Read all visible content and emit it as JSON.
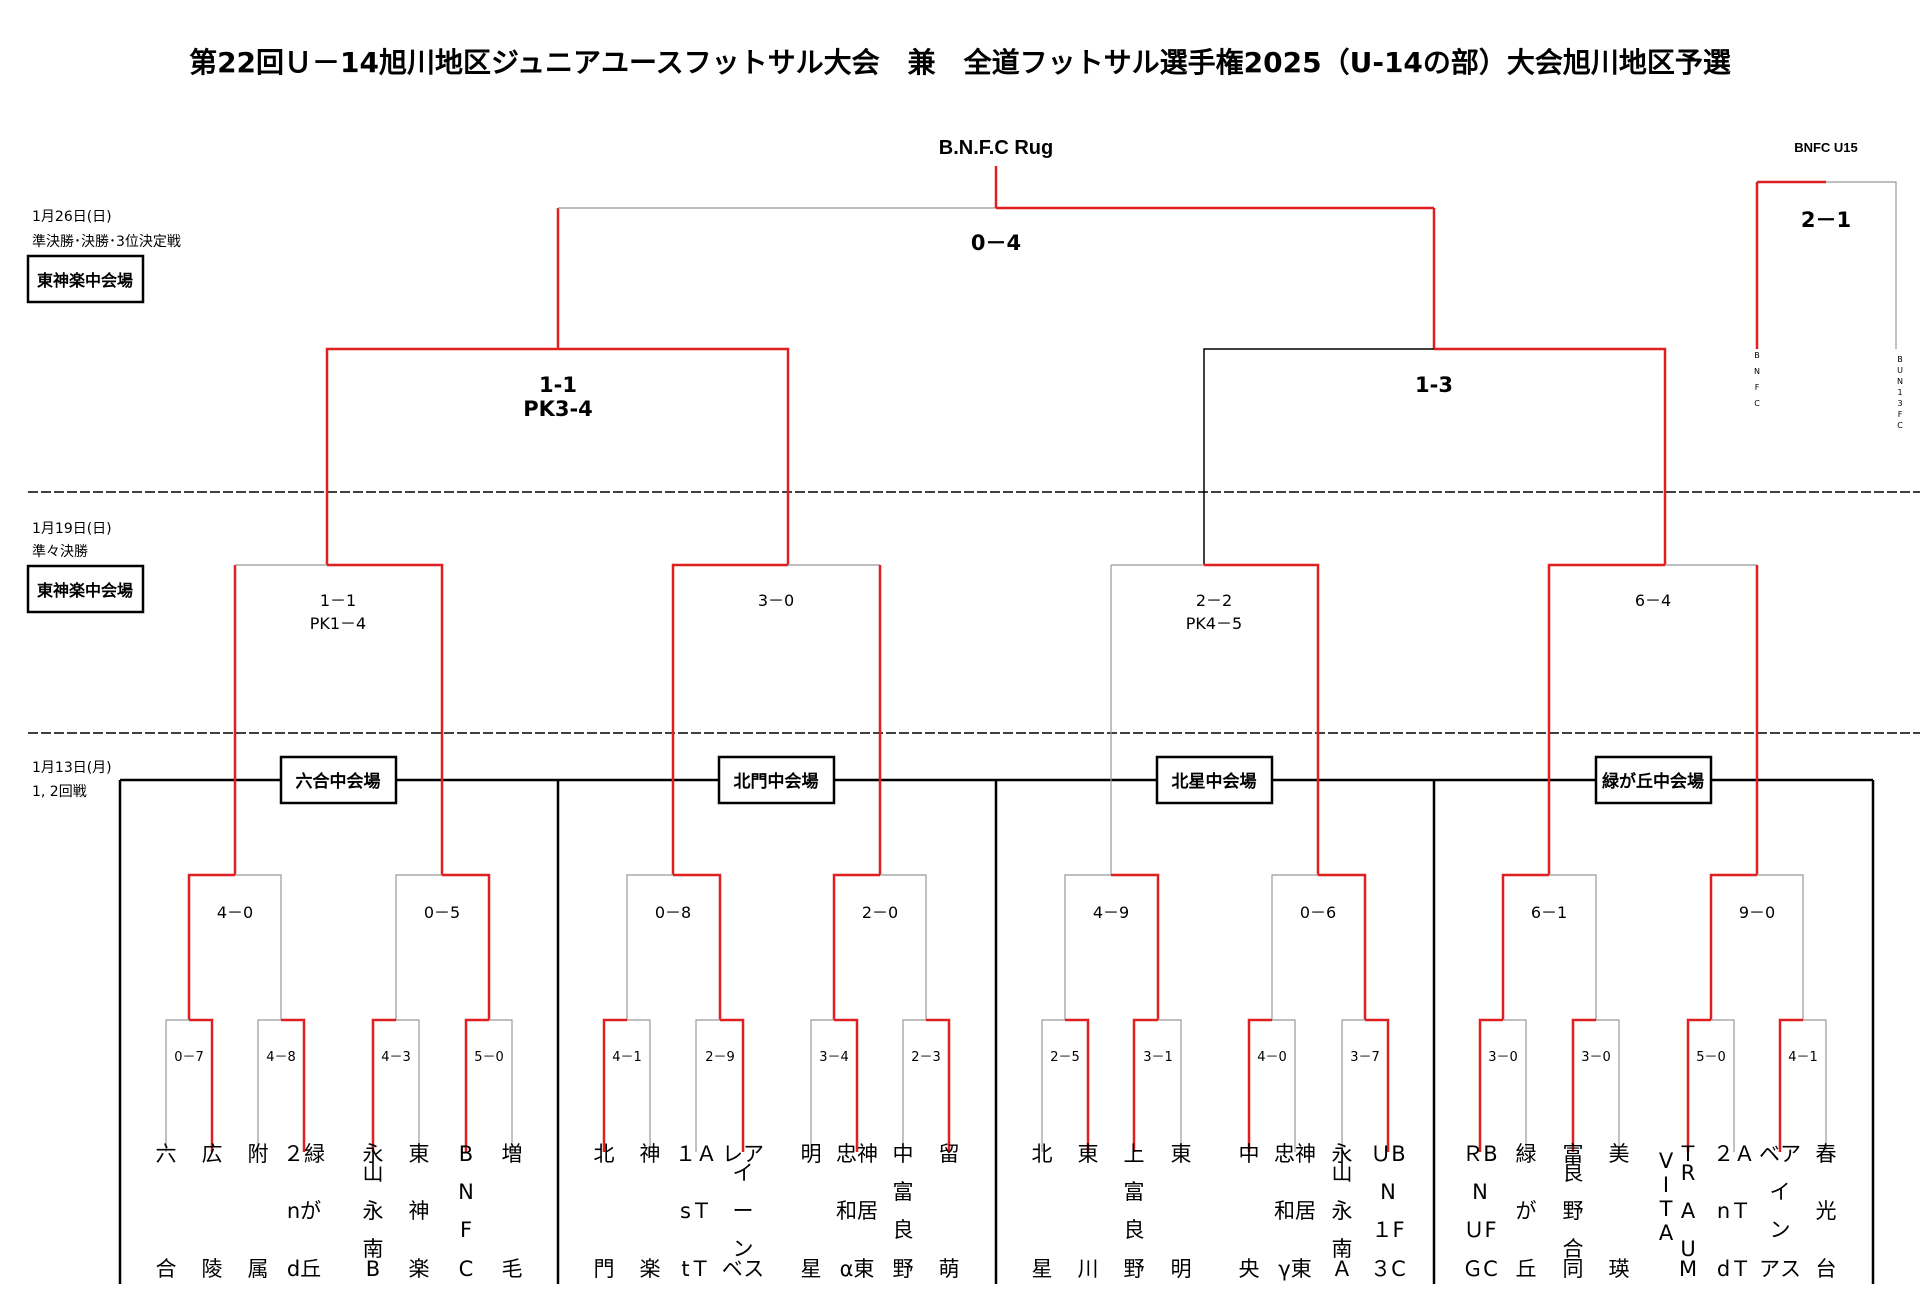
{
  "title": "第22回Ｕ－14旭川地区ジュニアユースフットサル大会　兼　全道フットサル選手権2025（U-14の部）大会旭川地区予選",
  "champion": "B.N.F.C Rug",
  "dates": [
    {
      "line1": "1月26日(日)",
      "line2": "準決勝･決勝･3位決定戦",
      "venue": "東神楽中会場"
    },
    {
      "line1": "1月19日(日)",
      "line2": "準々決勝",
      "venue": "東神楽中会場"
    },
    {
      "line1": "1月13日(月)",
      "line2": "1, 2回戦"
    }
  ],
  "venues_r1": [
    "六合中会場",
    "北門中会場",
    "北星中会場",
    "緑が丘中会場"
  ],
  "scores": {
    "final": "0－4",
    "sf": [
      [
        "1-1",
        "PK3-4"
      ],
      [
        "1-3"
      ]
    ],
    "qf": [
      [
        "1－1",
        "PK1－4"
      ],
      [
        "3－0"
      ],
      [
        "2－2",
        "PK4－5"
      ],
      [
        "6－4"
      ]
    ],
    "r2": [
      "4－0",
      "0－5",
      "0－8",
      "2－0",
      "4－9",
      "0－6",
      "6－1",
      "9－0"
    ],
    "r1": [
      "0－7",
      "4－8",
      "4－3",
      "5－0",
      "4－1",
      "2－9",
      "3－4",
      "2－3",
      "2－5",
      "3－1",
      "4－0",
      "3－7",
      "3－0",
      "3－0",
      "5－0",
      "4－1"
    ]
  },
  "teams": [
    {
      "top": "六",
      "bottom": "合"
    },
    {
      "top": "広",
      "bottom": "陵"
    },
    {
      "top": "附",
      "bottom": "属"
    },
    {
      "top": "２緑",
      "mid": "nが",
      "bottom": "d丘"
    },
    {
      "top": "永",
      "mid": "山\n永\n南",
      "bottom": "B"
    },
    {
      "top": "東",
      "mid": "神",
      "bottom": "楽"
    },
    {
      "top": "B",
      "mid": "N\nF",
      "bottom": "C"
    },
    {
      "top": "増",
      "bottom": "毛"
    },
    {
      "top": "北",
      "bottom": "門"
    },
    {
      "top": "神",
      "bottom": "楽"
    },
    {
      "top": "１Ａ",
      "mid": "sＴ",
      "bottom": "tＴ"
    },
    {
      "top": "レア",
      "mid": "イ\nー\nン",
      "bottom": "ベス"
    },
    {
      "top": "明",
      "bottom": "星"
    },
    {
      "top": "忠神",
      "mid": "和居",
      "bottom": "α東"
    },
    {
      "top": "中",
      "mid": "富\n良",
      "bottom": "野"
    },
    {
      "top": "留",
      "bottom": "萌"
    },
    {
      "top": "北",
      "bottom": "星"
    },
    {
      "top": "東",
      "bottom": "川"
    },
    {
      "top": "上",
      "mid": "富\n良",
      "bottom": "野"
    },
    {
      "top": "東",
      "bottom": "明"
    },
    {
      "top": "中",
      "bottom": "央"
    },
    {
      "top": "忠神",
      "mid": "和居",
      "bottom": "γ東"
    },
    {
      "top": "永",
      "mid": "山\n永\n南",
      "bottom": "Ａ"
    },
    {
      "top": "ＵB",
      "mid": "N\n１F",
      "bottom": "３C"
    },
    {
      "top": "ＲB",
      "mid": "N\nＵF",
      "bottom": "ＧC"
    },
    {
      "top": "緑",
      "mid": "が",
      "bottom": "丘"
    },
    {
      "top": "富",
      "mid": "良\n野\n合",
      "bottom": "同"
    },
    {
      "top": "美",
      "bottom": "瑛"
    },
    {
      "top": "Ｔ",
      "mid": "R\nA\nU",
      "bottom": "M",
      "side": "VITA"
    },
    {
      "top": "２Ａ",
      "mid": "nＴ",
      "bottom": "dＴ"
    },
    {
      "top": "ベア",
      "mid": "イ\nン",
      "bottom": "アス"
    },
    {
      "top": "春",
      "mid": "光",
      "bottom": "台"
    }
  ],
  "side_bracket": {
    "label": "BNFC U15",
    "score": "2－1",
    "left_team": "BNFC",
    "right_team": "BUN13FC"
  }
}
